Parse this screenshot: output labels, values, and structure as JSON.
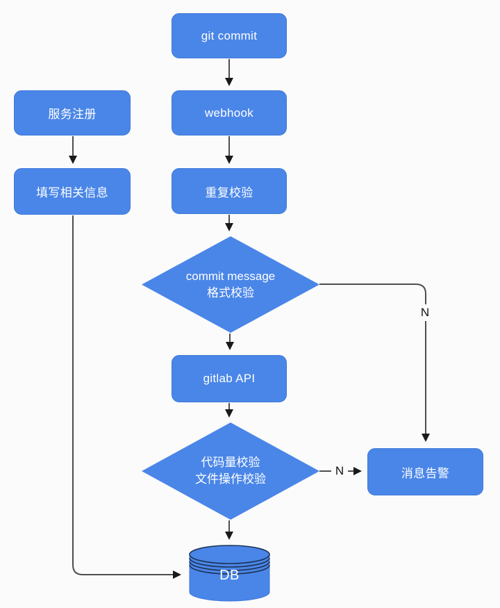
{
  "diagram": {
    "title": "git commit validation flowchart",
    "nodes": {
      "git_commit": {
        "label": "git commit"
      },
      "webhook": {
        "label": "webhook"
      },
      "duplicate_check": {
        "label": "重复校验"
      },
      "commit_message_check": {
        "line1": "commit message",
        "line2": "格式校验"
      },
      "gitlab_api": {
        "label": "gitlab API"
      },
      "code_volume_check": {
        "line1": "代码量校验",
        "line2": "文件操作校验"
      },
      "service_register": {
        "label": "服务注册"
      },
      "fill_info": {
        "label": "填写相关信息"
      },
      "message_alert": {
        "label": "消息告警"
      },
      "db": {
        "label": "DB"
      }
    },
    "edge_labels": {
      "format_check_no": "N",
      "code_check_no": "N"
    },
    "colors": {
      "node_fill": "#4a86e8",
      "node_border": "#3c78d8",
      "arrow": "#4d4d4d",
      "arrowhead": "#1a1a1a",
      "node_text": "#ffffff",
      "edge_label": "#111111",
      "background": "#fbfbfb",
      "cylinder_line": "#1c3356"
    }
  }
}
